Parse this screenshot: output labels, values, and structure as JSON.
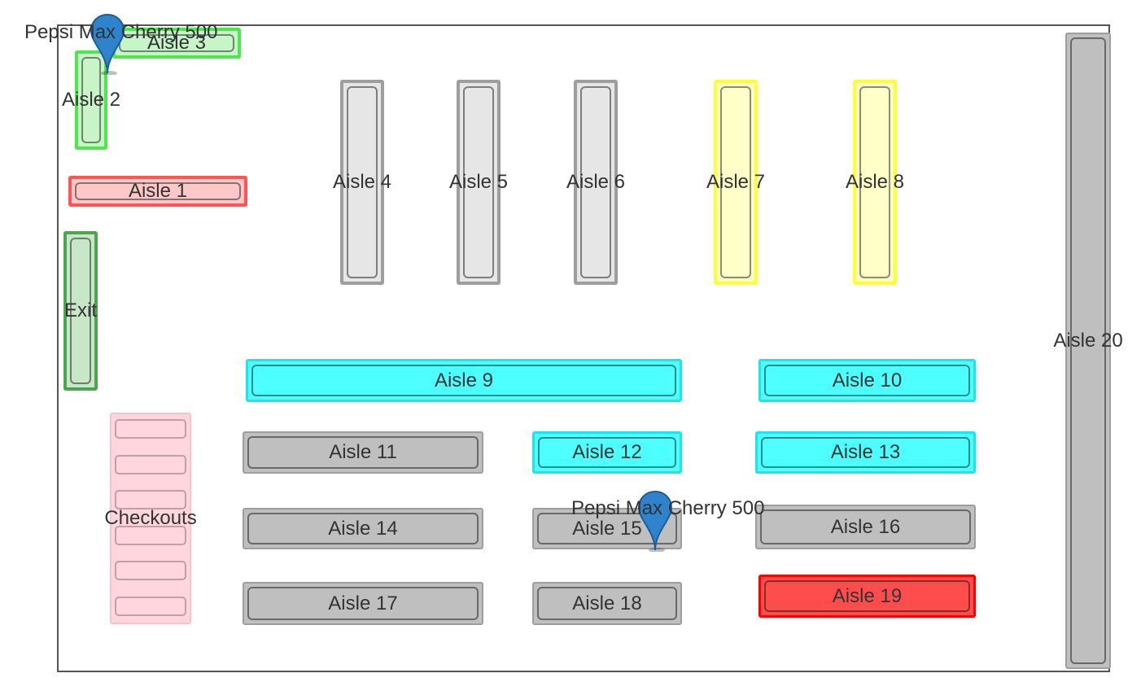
{
  "product_pins": [
    {
      "label": "Pepsi Max Cherry 500",
      "icon": "map-pin-icon"
    },
    {
      "label": "Pepsi Max Cherry 500",
      "icon": "map-pin-icon"
    }
  ],
  "aisles": {
    "a1": "Aisle 1",
    "a2": "Aisle 2",
    "a3": "Aisle 3",
    "a4": "Aisle 4",
    "a5": "Aisle 5",
    "a6": "Aisle 6",
    "a7": "Aisle 7",
    "a8": "Aisle 8",
    "a9": "Aisle 9",
    "a10": "Aisle 10",
    "a11": "Aisle 11",
    "a12": "Aisle 12",
    "a13": "Aisle 13",
    "a14": "Aisle 14",
    "a15": "Aisle 15",
    "a16": "Aisle 16",
    "a17": "Aisle 17",
    "a18": "Aisle 18",
    "a19": "Aisle 19",
    "a20": "Aisle 20"
  },
  "exit": "Exit",
  "checkouts": "Checkouts",
  "colors": {
    "default": "#bfbfbf",
    "light": "#e6e6e6",
    "yellow": "#ffffc8",
    "cyan": "#4dffff",
    "red": "#ff4d4d",
    "pink": "#ffc8c8",
    "green": "#c8f5c8",
    "pin": "#2f83cc"
  }
}
